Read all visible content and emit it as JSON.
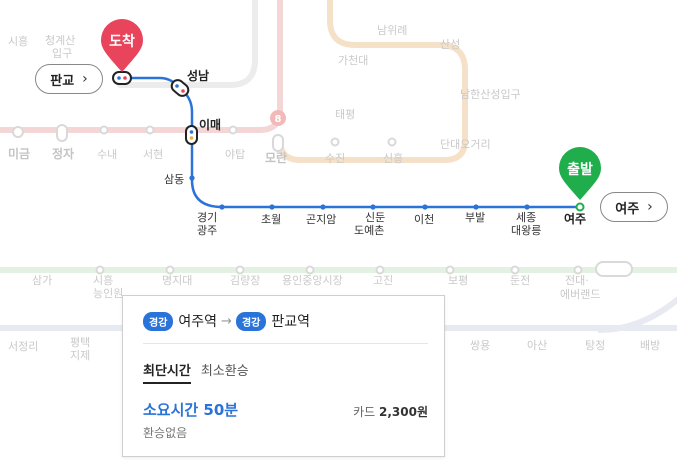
{
  "map": {
    "route_stations": [
      {
        "name": "성남"
      },
      {
        "name": "이매"
      },
      {
        "name": "삼동"
      },
      {
        "name": "경기\n광주"
      },
      {
        "name": "초월"
      },
      {
        "name": "곤지암"
      },
      {
        "name": "신둔\n도예촌"
      },
      {
        "name": "이천"
      },
      {
        "name": "부발"
      },
      {
        "name": "세종\n대왕릉"
      },
      {
        "name": "여주"
      }
    ],
    "faded_labels": [
      "정자",
      "미금",
      "수내",
      "서현",
      "야탑",
      "모란",
      "수진",
      "신흥",
      "태평",
      "가천대",
      "남한산성입구",
      "단대오거리",
      "산성",
      "남위례",
      "청계산\n입구",
      "판교",
      "시흥\n능인원",
      "명지대",
      "김량장",
      "용인중앙시장",
      "고진",
      "보평",
      "둔전",
      "전대·\n에버랜드",
      "평택\n지제",
      "서정리",
      "쌍용",
      "아산",
      "탕정",
      "배방",
      "삼가"
    ],
    "line_number": "8",
    "route_color": "#2a73d9",
    "arrival_marker": {
      "label": "도착",
      "color": "#e8455c"
    },
    "departure_marker": {
      "label": "출발",
      "color": "#1fae4b"
    }
  },
  "start_button": {
    "label": "판교",
    "icon": "chevron-right-icon"
  },
  "end_button": {
    "label": "여주",
    "icon": "chevron-right-icon"
  },
  "info_card": {
    "from_line_badge": "경강",
    "from_station": "여주역",
    "to_line_badge": "경강",
    "to_station": "판교역",
    "tab_active": "최단시간",
    "tab_other": "최소환승",
    "duration": "소요시간 50분",
    "fare_label": "카드",
    "fare_value": "2,300원",
    "transfer_text": "환승없음"
  }
}
